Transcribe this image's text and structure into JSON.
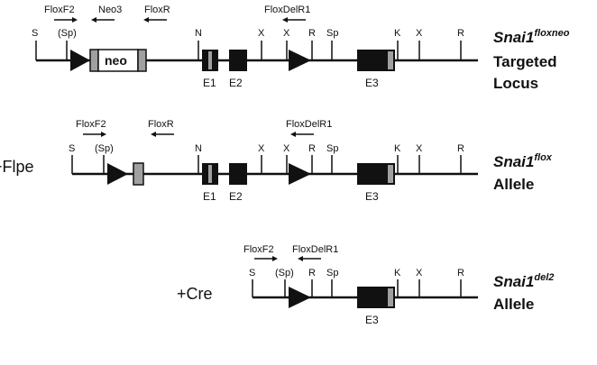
{
  "palette": {
    "line": "#111111",
    "grey": "#a0a0a0",
    "exon": "#111111"
  },
  "panels": [
    {
      "id": "targeted",
      "gene": "Snai1",
      "superscript": "floxneo",
      "label_lines": [
        "Targeted",
        "Locus"
      ],
      "side_label": "",
      "primers": [
        {
          "name": "FloxF2",
          "direction": "right"
        },
        {
          "name": "Neo3",
          "direction": "left"
        },
        {
          "name": "FloxR",
          "direction": "left"
        },
        {
          "name": "FloxDelR1",
          "direction": "left"
        }
      ],
      "sites": [
        "S",
        "(Sp)",
        "N",
        "X",
        "X",
        "R",
        "Sp",
        "K",
        "X",
        "R"
      ],
      "exons": [
        "E1",
        "E2",
        "E3"
      ],
      "neo_label": "neo"
    },
    {
      "id": "flox",
      "gene": "Snai1",
      "superscript": "flox",
      "label_lines": [
        "Allele"
      ],
      "side_label": "+Flpe",
      "primers": [
        {
          "name": "FloxF2",
          "direction": "right"
        },
        {
          "name": "FloxR",
          "direction": "left"
        },
        {
          "name": "FloxDelR1",
          "direction": "left"
        }
      ],
      "sites": [
        "S",
        "(Sp)",
        "N",
        "X",
        "X",
        "R",
        "Sp",
        "K",
        "X",
        "R"
      ],
      "exons": [
        "E1",
        "E2",
        "E3"
      ]
    },
    {
      "id": "del2",
      "gene": "Snai1",
      "superscript": "del2",
      "label_lines": [
        "Allele"
      ],
      "side_label": "+Cre",
      "primers": [
        {
          "name": "FloxF2",
          "direction": "right"
        },
        {
          "name": "FloxDelR1",
          "direction": "left"
        }
      ],
      "sites": [
        "S",
        "(Sp)",
        "R",
        "Sp",
        "K",
        "X",
        "R"
      ],
      "exons": [
        "E3"
      ]
    }
  ]
}
